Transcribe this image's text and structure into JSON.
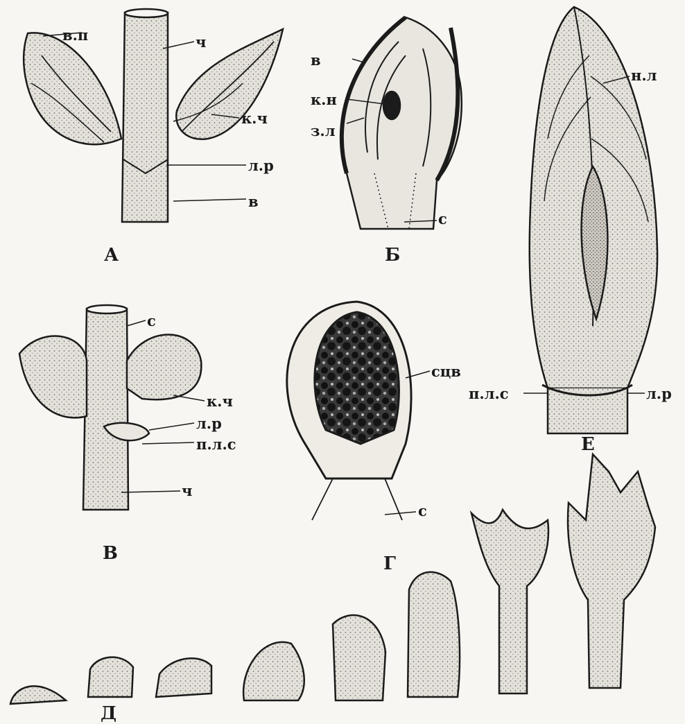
{
  "figures": {
    "A": {
      "caption": "А",
      "labels": {
        "vp": "в.п",
        "ch": "ч",
        "kch": "к.ч",
        "lr": "л.р",
        "v": "в"
      }
    },
    "B": {
      "caption": "Б",
      "labels": {
        "v": "в",
        "kn": "к.н",
        "zl": "з.л",
        "s": "с"
      }
    },
    "V": {
      "caption": "В",
      "labels": {
        "s": "с",
        "kch": "к.ч",
        "lr": "л.р",
        "pls": "п.л.с",
        "ch": "ч"
      }
    },
    "G": {
      "caption": "Г",
      "labels": {
        "scv": "сцв",
        "s": "с"
      }
    },
    "E": {
      "caption": "Е",
      "labels": {
        "nl": "н.л",
        "pls": "п.л.с",
        "lr": "л.р"
      }
    },
    "D": {
      "caption": "Д"
    }
  },
  "colors": {
    "ink": "#1b1b1b",
    "paper": "#f7f6f3",
    "tissue": "#d9d6cf",
    "dark": "#2a2a2a"
  }
}
